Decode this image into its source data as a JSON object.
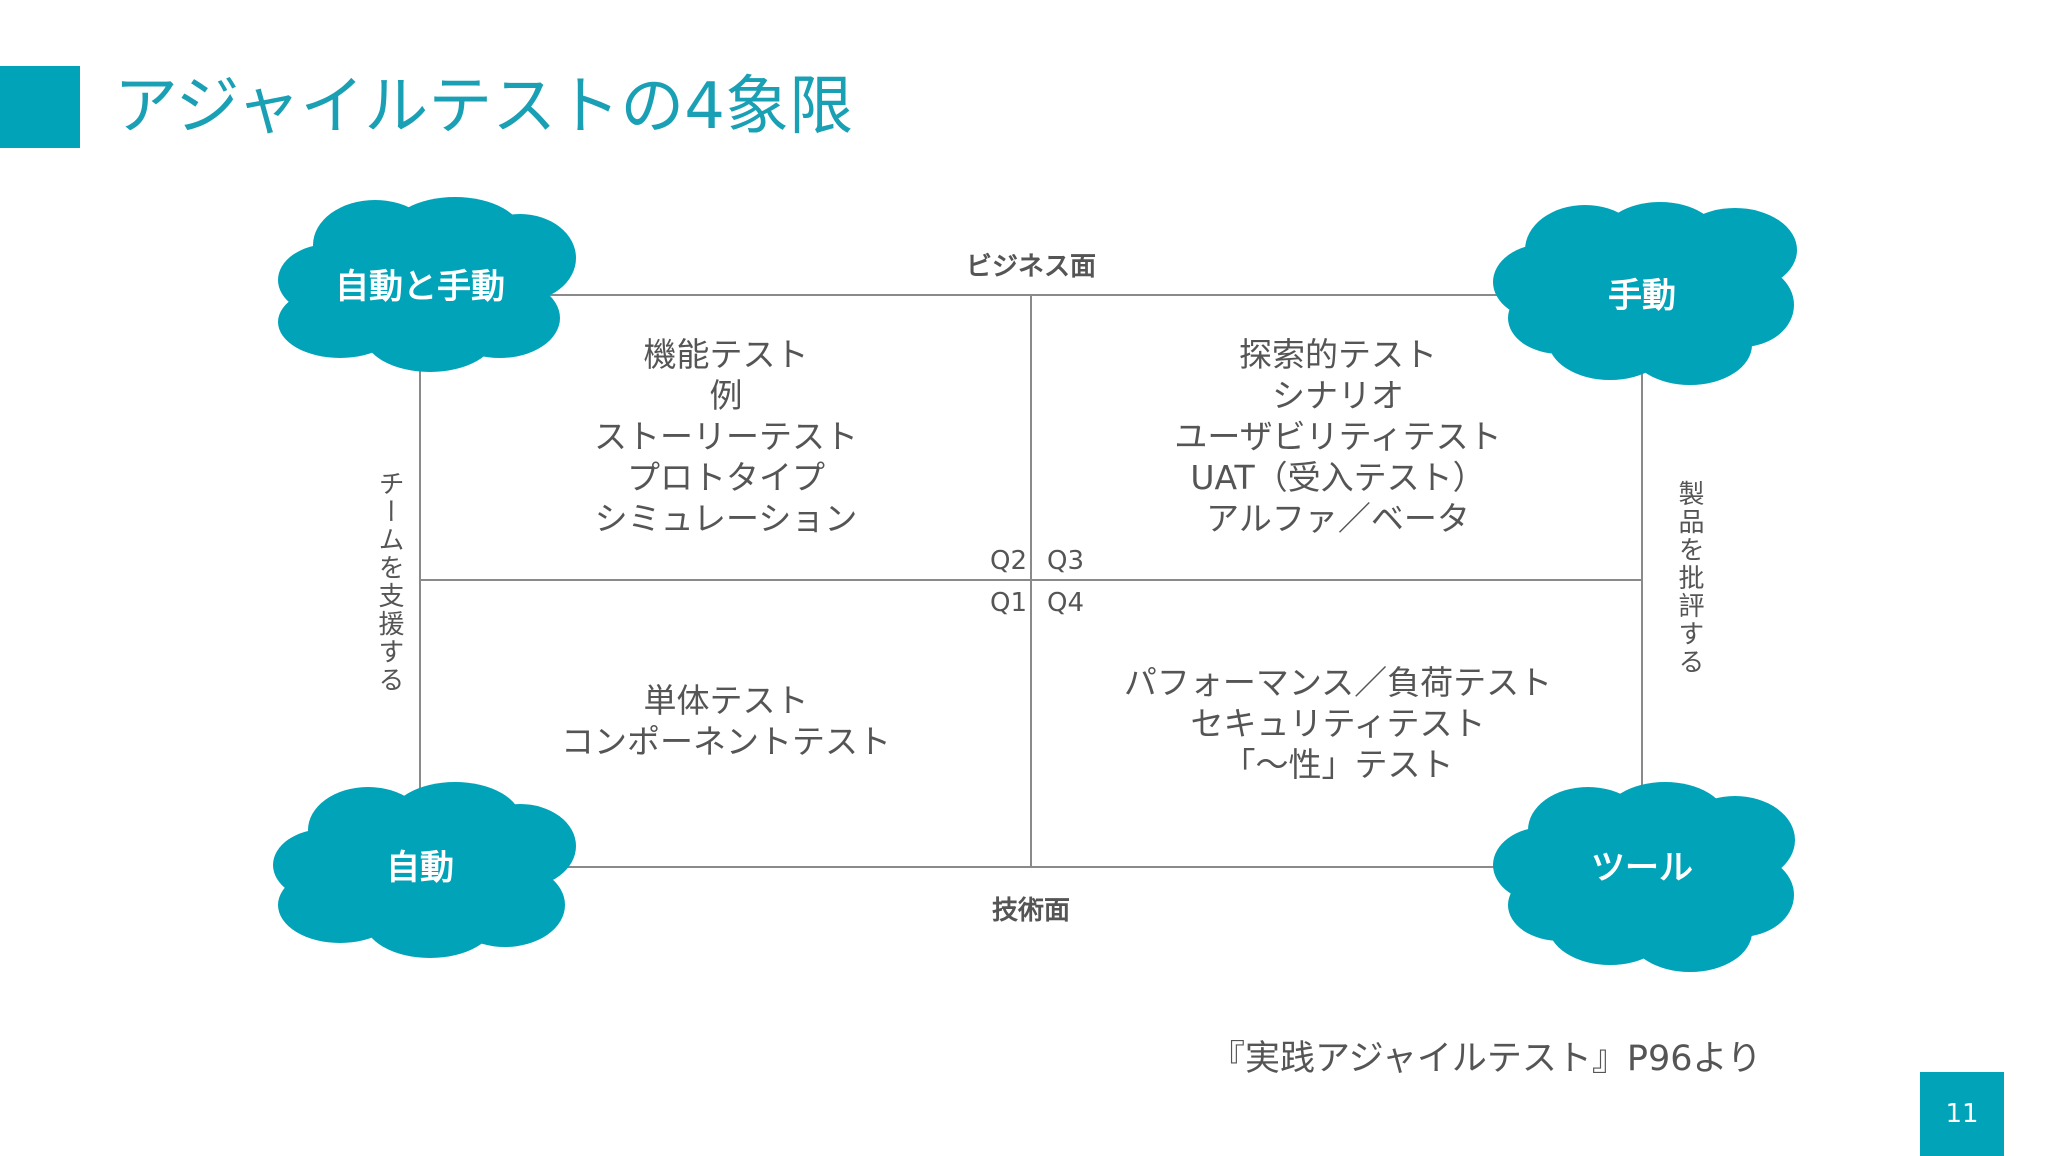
{
  "slide": {
    "title": "アジャイルテストの4象限",
    "page_number": "11",
    "source_note": "『実践アジャイルテスト』P96より",
    "accent_color": "#00a3b8"
  },
  "axes": {
    "top": "ビジネス面",
    "bottom": "技術面",
    "left": "チームを支援する",
    "right": "製品を批評する"
  },
  "quadrant_labels": {
    "q1": "Q1",
    "q2": "Q2",
    "q3": "Q3",
    "q4": "Q4"
  },
  "quadrants": {
    "q2": [
      "機能テスト",
      "例",
      "ストーリーテスト",
      "プロトタイプ",
      "シミュレーション"
    ],
    "q3": [
      "探索的テスト",
      "シナリオ",
      "ユーザビリティテスト",
      "UAT（受入テスト）",
      "アルファ／ベータ"
    ],
    "q1": [
      "単体テスト",
      "コンポーネントテスト"
    ],
    "q4": [
      "パフォーマンス／負荷テスト",
      "セキュリティテスト",
      "「〜性」テスト"
    ]
  },
  "clouds": {
    "top_left": "自動と手動",
    "top_right": "手動",
    "bottom_left": "自動",
    "bottom_right": "ツール"
  }
}
